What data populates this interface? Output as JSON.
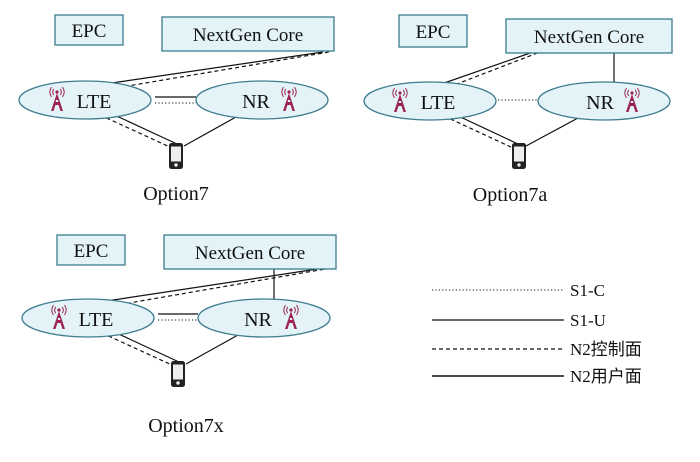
{
  "labels": {
    "epc": "EPC",
    "core": "NextGen Core",
    "lte": "LTE",
    "nr": "NR"
  },
  "options": [
    {
      "caption": "Option7"
    },
    {
      "caption": "Option7a"
    },
    {
      "caption": "Option7x"
    }
  ],
  "legend": [
    {
      "style": "dotted",
      "label": "S1-C"
    },
    {
      "style": "solid",
      "label": "S1-U"
    },
    {
      "style": "dashed",
      "label": "N2控制面"
    },
    {
      "style": "solid",
      "label": "N2用户面"
    }
  ],
  "icons": {
    "tower": "cell-tower-icon",
    "ue": "mobile-phone-icon"
  },
  "colors": {
    "node_fill": "#e3f3f8",
    "node_stroke": "#3d7c8e",
    "tower": "#9b2455"
  }
}
